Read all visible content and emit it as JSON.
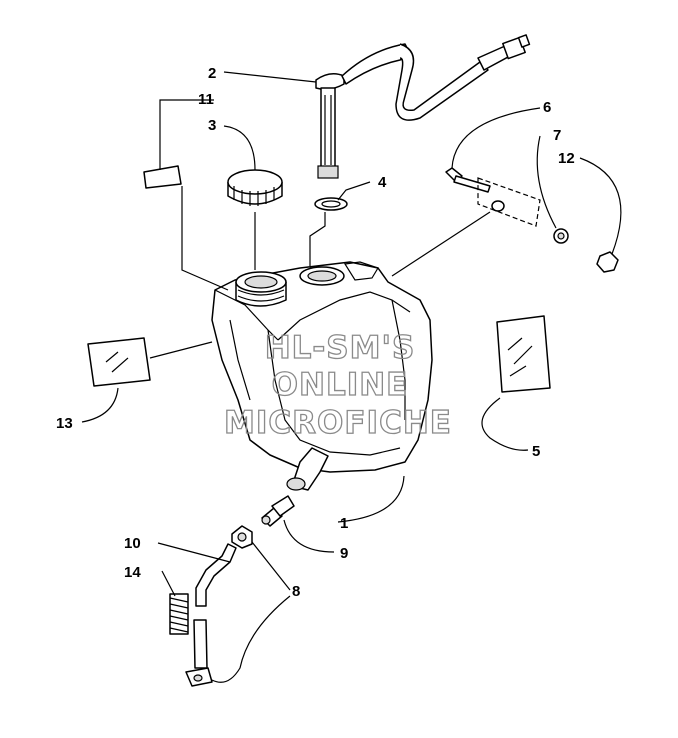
{
  "callouts": {
    "c1": "1",
    "c2": "2",
    "c3": "3",
    "c4": "4",
    "c5": "5",
    "c6": "6",
    "c7": "7",
    "c8": "8",
    "c9": "9",
    "c10": "10",
    "c11": "11",
    "c12": "12",
    "c13": "13",
    "c14": "14"
  },
  "watermark": {
    "line1": "HL-SM'S",
    "line2": "ONLINE",
    "line3": "MICROFICHE"
  }
}
